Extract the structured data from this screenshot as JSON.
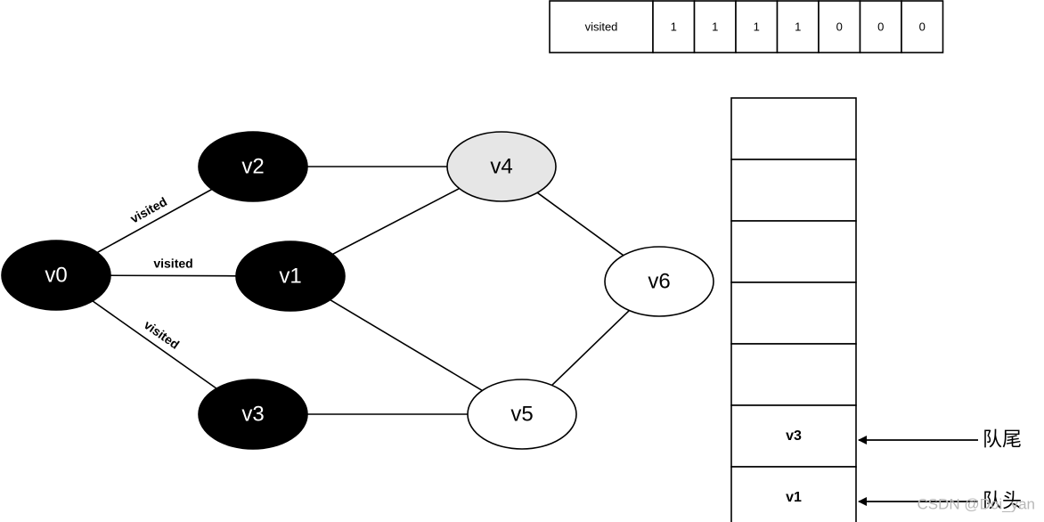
{
  "visited_array": {
    "label": "visited",
    "values": [
      "1",
      "1",
      "1",
      "1",
      "0",
      "0",
      "0"
    ]
  },
  "graph": {
    "nodes": [
      {
        "id": "v0",
        "label": "v0",
        "state": "visited"
      },
      {
        "id": "v1",
        "label": "v1",
        "state": "visited"
      },
      {
        "id": "v2",
        "label": "v2",
        "state": "visited"
      },
      {
        "id": "v3",
        "label": "v3",
        "state": "visited"
      },
      {
        "id": "v4",
        "label": "v4",
        "state": "current"
      },
      {
        "id": "v5",
        "label": "v5",
        "state": "unvisited"
      },
      {
        "id": "v6",
        "label": "v6",
        "state": "unvisited"
      }
    ],
    "edges": [
      {
        "from": "v0",
        "to": "v2",
        "label": "visited"
      },
      {
        "from": "v0",
        "to": "v1",
        "label": "visited"
      },
      {
        "from": "v0",
        "to": "v3",
        "label": "visited"
      },
      {
        "from": "v2",
        "to": "v4",
        "label": ""
      },
      {
        "from": "v1",
        "to": "v4",
        "label": ""
      },
      {
        "from": "v1",
        "to": "v5",
        "label": ""
      },
      {
        "from": "v3",
        "to": "v5",
        "label": ""
      },
      {
        "from": "v4",
        "to": "v6",
        "label": ""
      },
      {
        "from": "v5",
        "to": "v6",
        "label": ""
      }
    ]
  },
  "queue": {
    "cells": [
      "",
      "",
      "",
      "",
      "",
      "v3",
      "v1"
    ],
    "tail_label": "队尾",
    "head_label": "队头"
  },
  "colors": {
    "visited_fill": "#000000",
    "visited_text": "#ffffff",
    "current_fill": "#e6e6e6",
    "unvisited_fill": "#ffffff"
  },
  "watermark": "CSDN @Doi_yan"
}
